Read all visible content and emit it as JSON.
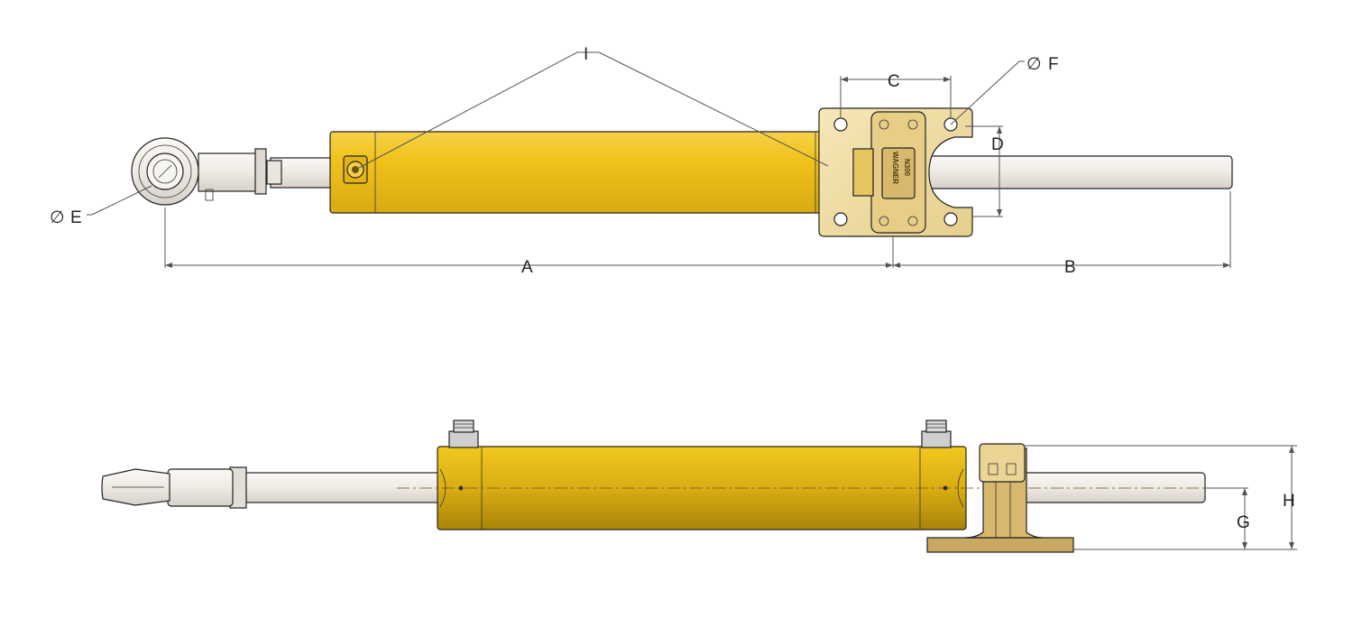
{
  "colors": {
    "cylinder": "#f1c21b",
    "cylinder_shadow": "#b8920c",
    "bracket": "#f2e0a8",
    "bracket_dark": "#c9a864",
    "rod": "#eeeae4",
    "dimension_line": "#555555"
  },
  "labels": {
    "a": "A",
    "b": "B",
    "c": "C",
    "d": "D",
    "e": "E",
    "f": "F",
    "g": "G",
    "h": "H",
    "i": "I",
    "diameter_symbol": "∅"
  },
  "plate_text": {
    "line1": "WAGNER",
    "line2": "N300"
  }
}
